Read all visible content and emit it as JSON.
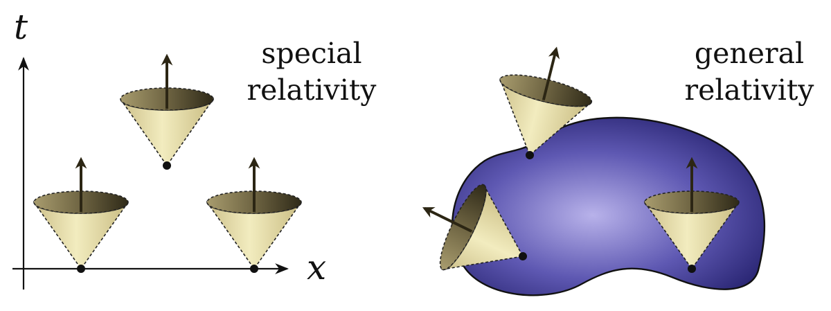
{
  "axes": {
    "time_label": "t",
    "space_label": "x"
  },
  "left_panel": {
    "title_line1": "special",
    "title_line2": "relativity"
  },
  "right_panel": {
    "title_line1": "general",
    "title_line2": "relativity"
  },
  "colors": {
    "cone_light": "#efe8b8",
    "cone_mid": "#d8cc8e",
    "cone_dark": "#3e3620",
    "blob_center": "#b6b0e8",
    "blob_edge": "#2e2a7c",
    "ink": "#111111"
  }
}
